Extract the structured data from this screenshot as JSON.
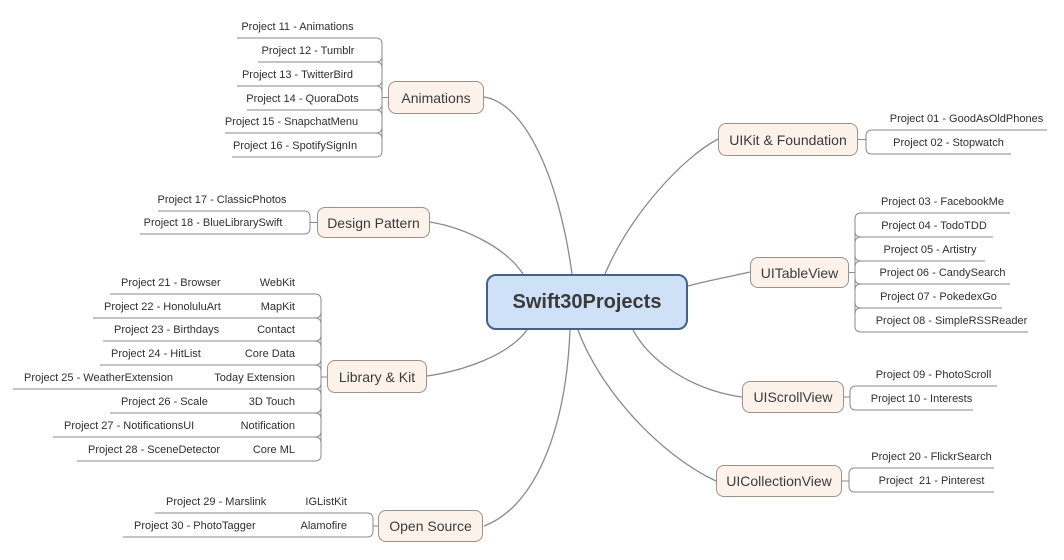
{
  "title": "Swift30Projects",
  "colors": {
    "center_fill": "#cfe1f7",
    "center_border": "#44608c",
    "branch_fill": "#fdf2e9",
    "branch_border": "#9b9189",
    "line": "#8a8a8a"
  },
  "branches": [
    {
      "label": "Animations",
      "leaves": [
        {
          "label": "Project 11 - Animations"
        },
        {
          "label": "Project 12 - Tumblr"
        },
        {
          "label": "Project 13 - TwitterBird"
        },
        {
          "label": "Project 14 - QuoraDots"
        },
        {
          "label": "Project 15 - SnapchatMenu"
        },
        {
          "label": "Project 16 - SpotifySignIn"
        }
      ]
    },
    {
      "label": "Design Pattern",
      "leaves": [
        {
          "label": "Project 17 - ClassicPhotos"
        },
        {
          "label": "Project 18 - BlueLibrarySwift"
        }
      ]
    },
    {
      "label": "Library & Kit",
      "leaves": [
        {
          "label": "Project 21 - Browser",
          "tag": "WebKit"
        },
        {
          "label": "Project 22 - HonoluluArt",
          "tag": "MapKit"
        },
        {
          "label": "Project 23 - Birthdays",
          "tag": "Contact"
        },
        {
          "label": "Project 24 - HitList",
          "tag": "Core Data"
        },
        {
          "label": "Project 25 - WeatherExtension",
          "tag": "Today Extension"
        },
        {
          "label": "Project 26 - Scale",
          "tag": "3D Touch"
        },
        {
          "label": "Project 27 - NotificationsUI",
          "tag": "Notification"
        },
        {
          "label": "Project 28 - SceneDetector",
          "tag": "Core ML"
        }
      ]
    },
    {
      "label": "Open Source",
      "leaves": [
        {
          "label": "Project 29 - Marslink",
          "tag": "IGListKit"
        },
        {
          "label": "Project 30 - PhotoTagger",
          "tag": "Alamofire"
        }
      ]
    },
    {
      "label": "UIKit & Foundation",
      "leaves": [
        {
          "label": "Project 01 - GoodAsOldPhones"
        },
        {
          "label": "Project 02 - Stopwatch"
        }
      ]
    },
    {
      "label": "UITableView",
      "leaves": [
        {
          "label": "Project 03 - FacebookMe"
        },
        {
          "label": "Project 04 - TodoTDD"
        },
        {
          "label": "Project 05 - Artistry"
        },
        {
          "label": "Project 06 - CandySearch"
        },
        {
          "label": "Project 07 - PokedexGo"
        },
        {
          "label": "Project 08 - SimpleRSSReader"
        }
      ]
    },
    {
      "label": "UIScrollView",
      "leaves": [
        {
          "label": "Project 09 - PhotoScroll"
        },
        {
          "label": "Project 10 - Interests"
        }
      ]
    },
    {
      "label": "UICollectionView",
      "leaves": [
        {
          "label": "Project 20 - FlickrSearch"
        },
        {
          "label": "Project  21 - Pinterest"
        }
      ]
    }
  ]
}
